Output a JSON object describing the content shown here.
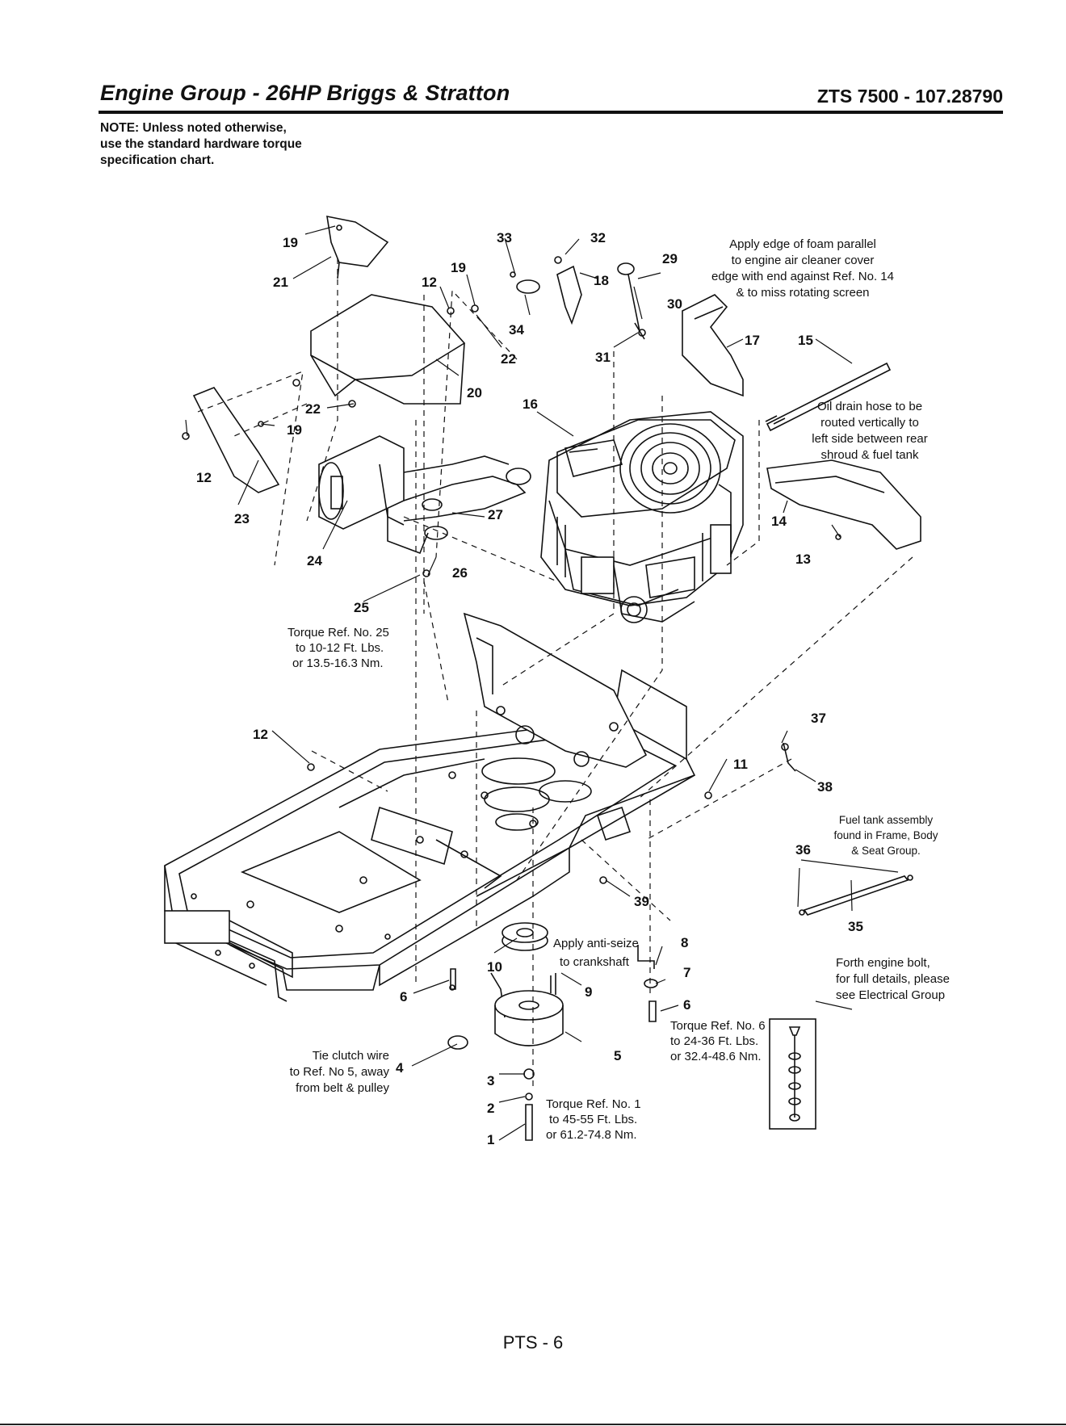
{
  "header": {
    "title": "Engine Group - 26HP Briggs & Stratton",
    "model": "ZTS 7500 - 107.28790"
  },
  "note": {
    "line1": "NOTE: Unless noted otherwise,",
    "line2": "use the standard hardware torque",
    "line3": "specification chart."
  },
  "callouts": {
    "c1": "1",
    "c2": "2",
    "c3": "3",
    "c4": "4",
    "c5": "5",
    "c6a": "6",
    "c6b": "6",
    "c7": "7",
    "c8": "8",
    "c9": "9",
    "c10": "10",
    "c11": "11",
    "c12a": "12",
    "c12b": "12",
    "c12c": "12",
    "c13": "13",
    "c14": "14",
    "c15": "15",
    "c16": "16",
    "c17": "17",
    "c18": "18",
    "c19a": "19",
    "c19b": "19",
    "c19c": "19",
    "c20": "20",
    "c21": "21",
    "c22a": "22",
    "c22b": "22",
    "c23": "23",
    "c24": "24",
    "c25": "25",
    "c26": "26",
    "c27": "27",
    "c29": "29",
    "c30": "30",
    "c31": "31",
    "c32": "32",
    "c33": "33",
    "c34": "34",
    "c35": "35",
    "c36": "36",
    "c37": "37",
    "c38": "38",
    "c39": "39"
  },
  "notes": {
    "foam": [
      "Apply edge of foam parallel",
      "to engine air cleaner cover",
      "edge with end against Ref. No. 14",
      "& to miss rotating screen"
    ],
    "oil": [
      "Oil drain hose to be",
      "routed vertically to",
      "left side between rear",
      "shroud & fuel tank"
    ],
    "torque25": [
      "Torque Ref. No. 25",
      "to 10-12 Ft. Lbs.",
      "or 13.5-16.3 Nm."
    ],
    "fueltank": [
      "Fuel tank assembly",
      "found in Frame, Body",
      "& Seat Group."
    ],
    "antiseize": [
      "Apply anti-seize",
      "to crankshaft"
    ],
    "fourth": [
      "Forth engine bolt,",
      "for full details, please",
      "see Electrical Group"
    ],
    "torque6": [
      "Torque Ref. No. 6",
      "to 24-36 Ft. Lbs.",
      "or 32.4-48.6 Nm."
    ],
    "clutch": [
      "Tie clutch wire",
      "to Ref. No 5, away",
      "from belt & pulley"
    ],
    "torque1": [
      "Torque Ref. No. 1",
      "to 45-55 Ft. Lbs.",
      "or 61.2-74.8 Nm."
    ]
  },
  "footer": {
    "page": "PTS - 6"
  }
}
